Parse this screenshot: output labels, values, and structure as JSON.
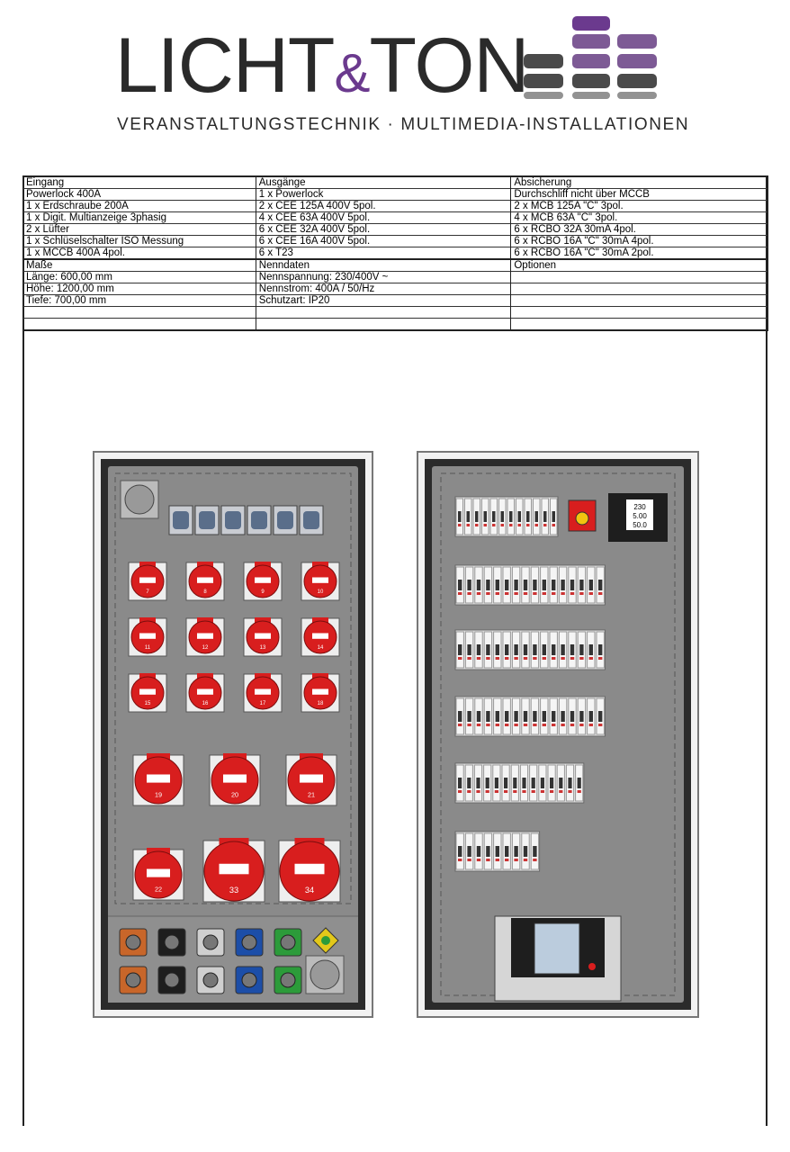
{
  "logo": {
    "main": "LICHT",
    "amp": "&",
    "main2": "TON",
    "subtitle": "VERANSTALTUNGSTECHNIK · MULTIMEDIA-INSTALLATIONEN"
  },
  "spec": {
    "top": {
      "col1_header": "Eingang",
      "col2_header": "Ausgänge",
      "col3_header": "Absicherung",
      "rows": [
        [
          "Powerlock 400A",
          "1 x Powerlock",
          "Durchschliff nicht über MCCB"
        ],
        [
          "1 x Erdschraube 200A",
          "2 x CEE 125A 400V 5pol.",
          "2 x MCB 125A \"C\" 3pol."
        ],
        [
          "1 x Digit. Multianzeige 3phasig",
          "4 x CEE 63A 400V 5pol.",
          "4 x MCB 63A \"C\" 3pol."
        ],
        [
          "2 x Lüfter",
          "6 x CEE 32A 400V 5pol.",
          "6 x RCBO 32A 30mA 4pol."
        ],
        [
          "1 x Schlüselschalter ISO Messung",
          "6 x CEE 16A 400V 5pol.",
          "6 x RCBO 16A \"C\" 30mA 4pol."
        ],
        [
          "1 x MCCB 400A 4pol.",
          "6 x T23",
          "6 x RCBO 16A \"C\" 30mA 2pol."
        ]
      ]
    },
    "bottom": {
      "col1_header": "Maße",
      "col2_header": "Nenndaten",
      "col3_header": "Optionen",
      "rows": [
        [
          "Länge: 600,00 mm",
          "Nennspannung: 230/400V ~",
          ""
        ],
        [
          "Höhe:  1200,00 mm",
          "Nennstrom: 400A  /  50/Hz",
          ""
        ],
        [
          "Tiefe:   700,00 mm",
          "Schutzart: IP20",
          ""
        ],
        [
          "",
          "",
          ""
        ],
        [
          "",
          "",
          ""
        ]
      ]
    }
  },
  "drawing": {
    "socket_numbers_16a": [
      "7",
      "8",
      "9",
      "10",
      "11",
      "12",
      "13",
      "14",
      "15",
      "16",
      "17",
      "18"
    ],
    "socket_numbers_32a": [
      "19",
      "20",
      "21"
    ],
    "socket_numbers_63a": [
      "22",
      "33",
      "34"
    ],
    "meter_values": [
      "230",
      "5.00",
      "50.0"
    ],
    "colors": {
      "cee_red": "#d81e1e",
      "panel_grey": "#8a8a8a",
      "frame_dark": "#2b2b2b",
      "schuko_blue": "#5a6e8a",
      "logo_purple": "#6b3a8e"
    }
  }
}
